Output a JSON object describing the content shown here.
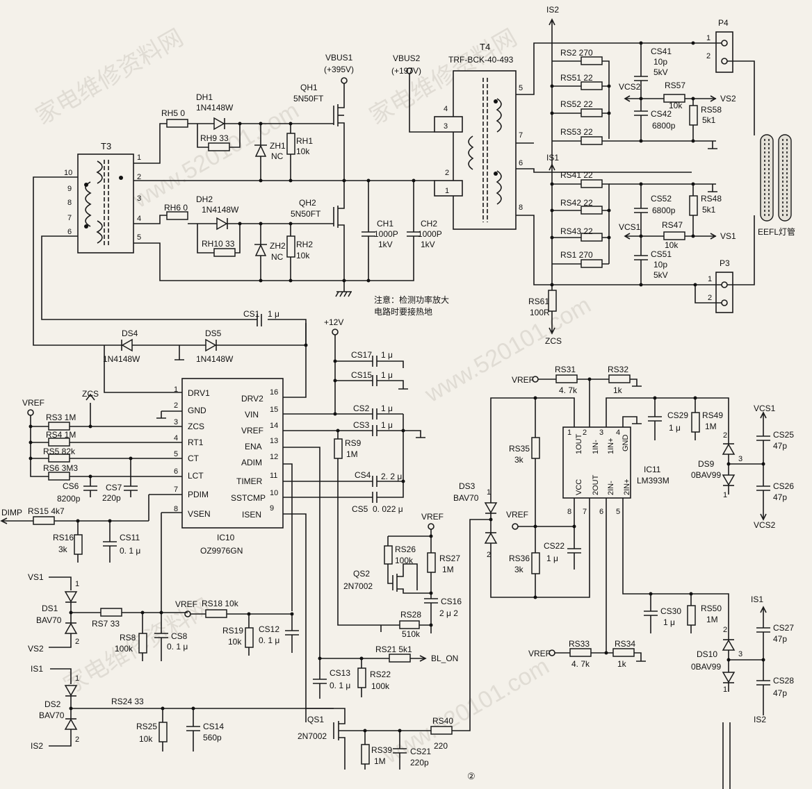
{
  "transformers": {
    "t3": "T3",
    "t4": "T4",
    "t4_part": "TRF-BCK-40-493",
    "t3_pins": [
      "1",
      "2",
      "3",
      "4",
      "5",
      "10",
      "9",
      "8",
      "7",
      "6"
    ],
    "t4_pins": [
      "4",
      "3",
      "2",
      "1",
      "5",
      "7",
      "6",
      "8"
    ]
  },
  "rails": {
    "vbus1": "VBUS1",
    "vbus1_v": "(+395V)",
    "vbus2": "VBUS2",
    "vbus2_v": "(+197V)",
    "p12v": "+12V",
    "vref": "VREF"
  },
  "components": {
    "rh5": "RH5 0",
    "dh1": "DH1",
    "dh1_p": "1N4148W",
    "rh9": "RH9 33",
    "zh1": "ZH1",
    "zh1_v": "NC",
    "rh1": "RH1",
    "rh1_v": "10k",
    "qh1": "QH1",
    "qh1_p": "5N50FT",
    "rh6": "RH6 0",
    "dh2": "DH2",
    "dh2_p": "1N4148W",
    "rh10": "RH10 33",
    "zh2": "ZH2",
    "zh2_v": "NC",
    "rh2": "RH2",
    "rh2_v": "10k",
    "qh2": "QH2",
    "qh2_p": "5N50FT",
    "ch1": "CH1",
    "ch1_v": "1000P",
    "ch1_k": "1kV",
    "ch2": "CH2",
    "ch2_v": "1000P",
    "ch2_k": "1kV",
    "note1": "注意：检测功率放大",
    "note2": "电路时要接热地",
    "cs1": "CS1",
    "cs1_v": "1 μ",
    "ds4": "DS4",
    "ds4_p": "1N4148W",
    "ds5": "DS5",
    "ds5_p": "1N4148W",
    "cs17": "CS17",
    "cs17_v": "1 μ",
    "cs15": "CS15",
    "cs15_v": "1 μ",
    "cs2": "CS2",
    "cs2_v": "1 μ",
    "cs3": "CS3",
    "cs3_v": "1 μ",
    "rs9": "RS9",
    "rs9_v": "1M",
    "cs4": "CS4",
    "cs4_v": "2. 2 μ",
    "cs5": "CS5",
    "cs5_v": "0. 022 μ",
    "zcs": "ZCS",
    "rs3": "RS3 1M",
    "rs4": "RS4 1M",
    "rs5": "RS5 82k",
    "rs6": "RS6 3M3",
    "cs6": "CS6",
    "cs6_v": "8200p",
    "cs7": "CS7",
    "cs7_v": "220p",
    "dimp": "DIMP",
    "rs15": "RS15 4k7",
    "rs16": "RS16",
    "rs16_v": "3k",
    "cs11": "CS11",
    "cs11_v": "0. 1 μ",
    "ic10": "IC10",
    "ic10_p": "OZ9976GN",
    "ic10_left": [
      "DRV1",
      "GND",
      "ZCS",
      "RT1",
      "CT",
      "LCT",
      "PDIM",
      "VSEN"
    ],
    "ic10_right": [
      "DRV2",
      "VIN",
      "VREF",
      "ENA",
      "ADIM",
      "TIMER",
      "SSTCMP",
      "ISEN"
    ],
    "ic10_lnum": [
      "1",
      "2",
      "3",
      "4",
      "5",
      "6",
      "7",
      "8"
    ],
    "ic10_rnum": [
      "16",
      "15",
      "14",
      "13",
      "12",
      "11",
      "10",
      "9"
    ],
    "vs1": "VS1",
    "vs2": "VS2",
    "is1": "IS1",
    "is2": "IS2",
    "ds1": "DS1",
    "ds1_p": "BAV70",
    "rs7": "RS7 33",
    "rs8": "RS8",
    "rs8_v": "100k",
    "cs8": "CS8",
    "cs8_v": "0. 1 μ",
    "rs18": "RS18 10k",
    "rs19": "RS19",
    "rs19_v": "10k",
    "cs12": "CS12",
    "cs12_v": "0. 1 μ",
    "ds2": "DS2",
    "ds2_p": "BAV70",
    "rs24": "RS24 33",
    "rs25": "RS25",
    "rs25_v": "10k",
    "cs14": "CS14",
    "cs14_v": "560p",
    "rs26": "RS26",
    "rs26_v": "100k",
    "rs27": "RS27",
    "rs27_v": "1M",
    "qs2": "QS2",
    "qs2_p": "2N7002",
    "cs16": "CS16",
    "cs16_v": "2 μ 2",
    "rs28": "RS28",
    "rs28_v": "510k",
    "rs21": "RS21 5k1",
    "bl_on": "BL_ON",
    "cs13": "CS13",
    "cs13_v": "0. 1 μ",
    "rs22": "RS22",
    "rs22_v": "100k",
    "qs1": "QS1",
    "qs1_p": "2N7002",
    "rs39": "RS39",
    "rs39_v": "1M",
    "cs21": "CS21",
    "cs21_v": "220p",
    "rs40": "RS40",
    "rs40_v": "220",
    "is2_top": "IS2",
    "rs2": "RS2 270",
    "rs51": "RS51 22",
    "rs52": "RS52 22",
    "rs53": "RS53 22",
    "cs41": "CS41",
    "cs41_v": "10p",
    "cs41_k": "5kV",
    "vcs2": "VCS2",
    "rs57": "RS57",
    "rs57_v": "10k",
    "vs2_out": "VS2",
    "cs42": "CS42",
    "cs42_v": "6800p",
    "rs58": "RS58",
    "rs58_v": "5k1",
    "is1_mid": "IS1",
    "rs41": "RS41 22",
    "rs42": "RS42 22",
    "rs43": "RS43 22",
    "rs1": "RS1 270",
    "cs52": "CS52",
    "cs52_v": "6800p",
    "rs48": "RS48",
    "rs48_v": "5k1",
    "vcs1": "VCS1",
    "rs47": "RS47",
    "rs47_v": "10k",
    "vs1_out": "VS1",
    "cs51": "CS51",
    "cs51_v": "10p",
    "cs51_k": "5kV",
    "rs61": "RS61",
    "rs61_v": "100R",
    "zcs_out": "ZCS",
    "p4": "P4",
    "p3": "P3",
    "p_pins": [
      "1",
      "2"
    ],
    "lamp": "EEFL灯管",
    "rs31": "RS31",
    "rs31_v": "4. 7k",
    "rs32": "RS32",
    "rs32_v": "1k",
    "cs29": "CS29",
    "cs29_v": "1 μ",
    "rs49": "RS49",
    "rs49_v": "1M",
    "rs35": "RS35",
    "rs35_v": "3k",
    "rs36": "RS36",
    "rs36_v": "3k",
    "ds3": "DS3",
    "ds3_p": "BAV70",
    "ic11": "IC11",
    "ic11_p": "LM393M",
    "ic11_top": [
      "1OUT",
      "1IN-",
      "1IN+",
      "GND"
    ],
    "ic11_bot": [
      "VCC",
      "2OUT",
      "2IN-",
      "2IN+"
    ],
    "ic11_tnum": [
      "1",
      "2",
      "3",
      "4"
    ],
    "ic11_bnum": [
      "8",
      "7",
      "6",
      "5"
    ],
    "cs22": "CS22",
    "cs22_v": "1 μ",
    "vcs1_r": "VCS1",
    "cs25": "CS25",
    "cs25_v": "47p",
    "ds9": "DS9",
    "ds9_p": "0BAV99",
    "cs26": "CS26",
    "cs26_v": "47p",
    "vcs2_r": "VCS2",
    "cs30": "CS30",
    "cs30_v": "1 μ",
    "rs50": "RS50",
    "rs50_v": "1M",
    "is1_r": "IS1",
    "cs27": "CS27",
    "cs27_v": "47p",
    "ds10": "DS10",
    "ds10_p": "0BAV99",
    "cs28": "CS28",
    "cs28_v": "47p",
    "is2_r": "IS2",
    "rs33": "RS33",
    "rs33_v": "4. 7k",
    "rs34": "RS34",
    "rs34_v": "1k",
    "fig": "②"
  },
  "watermarks": [
    "家电维修资料网",
    "www.520101.com",
    "家电维修资料网",
    "www.520101.com",
    "家电维修资料网",
    "www.520101.com"
  ]
}
